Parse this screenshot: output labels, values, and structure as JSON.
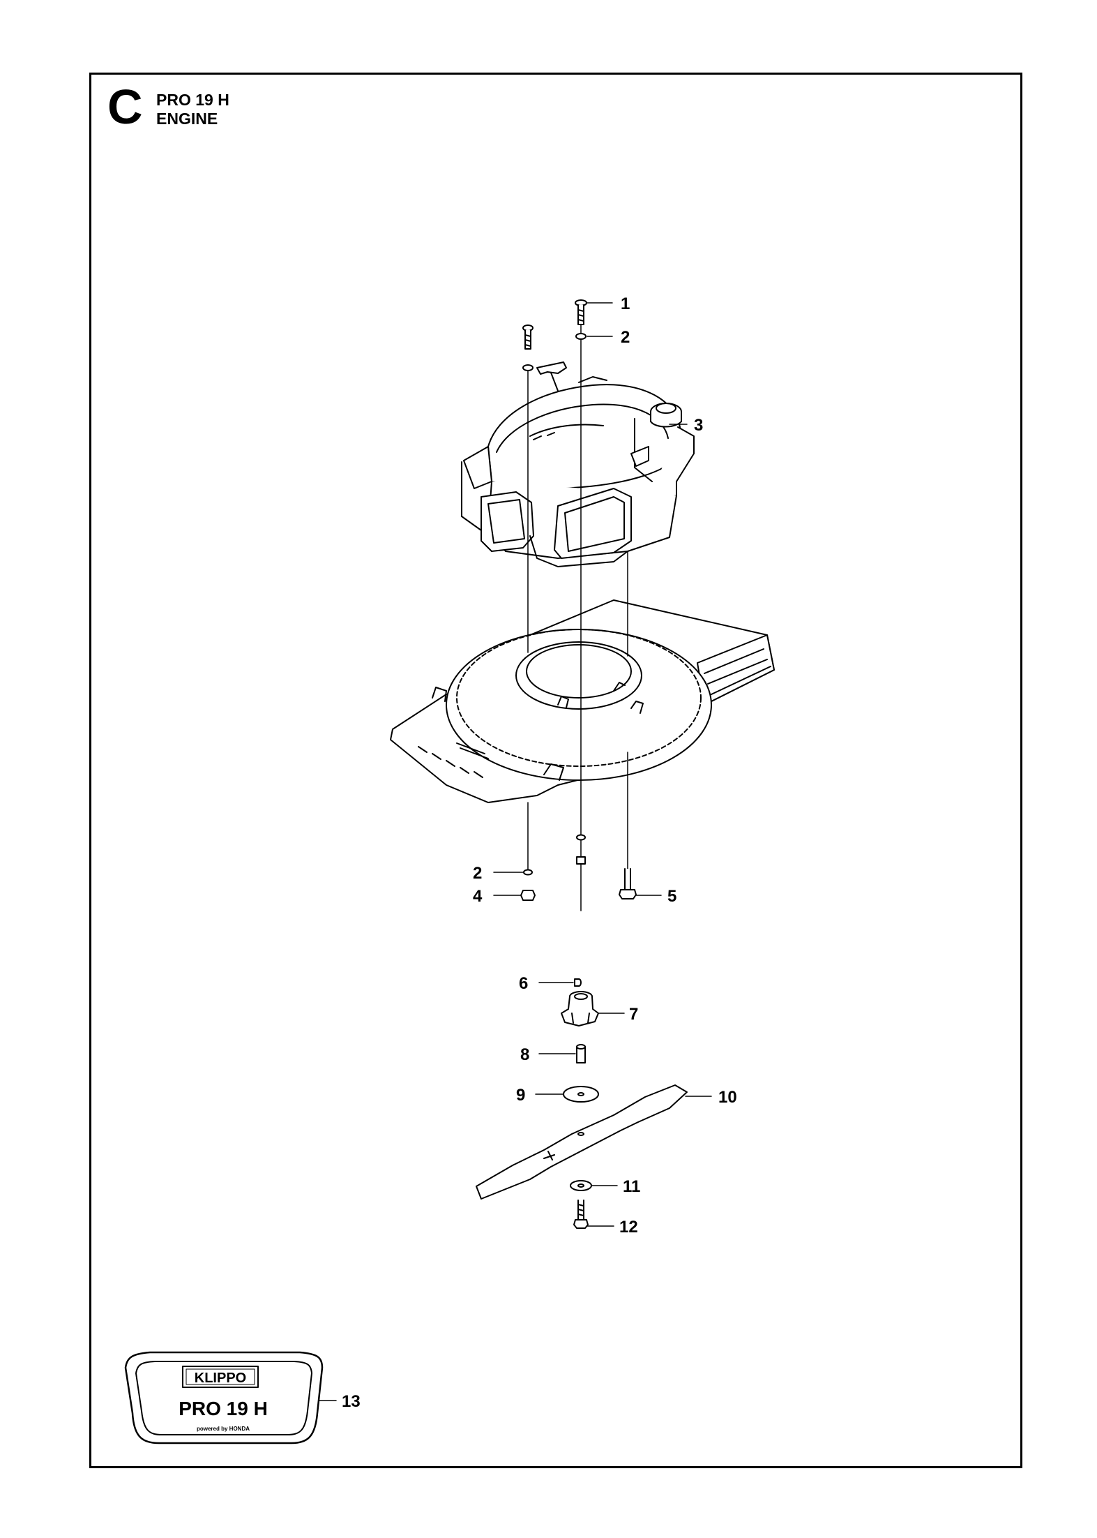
{
  "header": {
    "section_letter": "C",
    "model": "PRO 19 H",
    "title": "ENGINE"
  },
  "callouts": [
    {
      "id": "c1",
      "label": "1"
    },
    {
      "id": "c2a",
      "label": "2"
    },
    {
      "id": "c3",
      "label": "3"
    },
    {
      "id": "c2b",
      "label": "2"
    },
    {
      "id": "c4",
      "label": "4"
    },
    {
      "id": "c5",
      "label": "5"
    },
    {
      "id": "c6",
      "label": "6"
    },
    {
      "id": "c7",
      "label": "7"
    },
    {
      "id": "c8",
      "label": "8"
    },
    {
      "id": "c9",
      "label": "9"
    },
    {
      "id": "c10",
      "label": "10"
    },
    {
      "id": "c11",
      "label": "11"
    },
    {
      "id": "c12",
      "label": "12"
    },
    {
      "id": "c13",
      "label": "13"
    }
  ],
  "decal": {
    "brand": "KLIPPO",
    "model": "PRO 19 H",
    "tagline": "powered by HONDA"
  }
}
